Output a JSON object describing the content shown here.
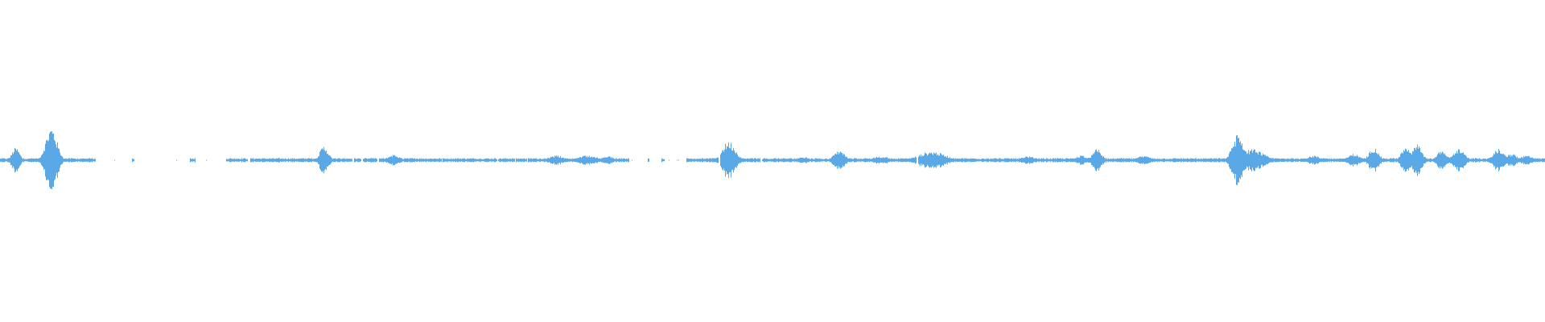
{
  "waveform": {
    "color": "#5aa9e6",
    "baseline_amplitude": 0.012,
    "silent_segments": [
      [
        0.0615,
        0.085
      ],
      [
        0.0865,
        0.1225
      ],
      [
        0.1265,
        0.146
      ],
      [
        0.407,
        0.419
      ],
      [
        0.42,
        0.428
      ],
      [
        0.43,
        0.444
      ]
    ],
    "gap_segments": [
      [
        0.127,
        0.13
      ],
      [
        0.16,
        0.1615
      ],
      [
        0.228,
        0.229
      ],
      [
        0.2335,
        0.2345
      ],
      [
        0.244,
        0.245
      ],
      [
        0.2855,
        0.2862
      ],
      [
        0.3215,
        0.3222
      ],
      [
        0.333,
        0.3335
      ],
      [
        0.341,
        0.3416
      ],
      [
        0.465,
        0.466
      ],
      [
        0.492,
        0.4932
      ],
      [
        0.593,
        0.594
      ]
    ],
    "bursts": [
      {
        "pos": 0.01,
        "amp": 0.08,
        "width": 0.004
      },
      {
        "pos": 0.033,
        "amp": 0.21,
        "width": 0.006
      },
      {
        "pos": 0.2095,
        "amp": 0.09,
        "width": 0.0045
      },
      {
        "pos": 0.2545,
        "amp": 0.035,
        "width": 0.006
      },
      {
        "pos": 0.36,
        "amp": 0.03,
        "width": 0.008
      },
      {
        "pos": 0.38,
        "amp": 0.03,
        "width": 0.01
      },
      {
        "pos": 0.393,
        "amp": 0.025,
        "width": 0.006
      },
      {
        "pos": 0.4715,
        "amp": 0.12,
        "width": 0.007
      },
      {
        "pos": 0.52,
        "amp": 0.02,
        "width": 0.006
      },
      {
        "pos": 0.543,
        "amp": 0.06,
        "width": 0.006
      },
      {
        "pos": 0.57,
        "amp": 0.025,
        "width": 0.008
      },
      {
        "pos": 0.603,
        "amp": 0.055,
        "width": 0.014
      },
      {
        "pos": 0.665,
        "amp": 0.025,
        "width": 0.008
      },
      {
        "pos": 0.7,
        "amp": 0.03,
        "width": 0.006
      },
      {
        "pos": 0.71,
        "amp": 0.07,
        "width": 0.005
      },
      {
        "pos": 0.74,
        "amp": 0.025,
        "width": 0.008
      },
      {
        "pos": 0.801,
        "amp": 0.16,
        "width": 0.006
      },
      {
        "pos": 0.81,
        "amp": 0.07,
        "width": 0.012
      },
      {
        "pos": 0.85,
        "amp": 0.03,
        "width": 0.006
      },
      {
        "pos": 0.876,
        "amp": 0.04,
        "width": 0.006
      },
      {
        "pos": 0.889,
        "amp": 0.08,
        "width": 0.005
      },
      {
        "pos": 0.91,
        "amp": 0.09,
        "width": 0.005
      },
      {
        "pos": 0.917,
        "amp": 0.1,
        "width": 0.005
      },
      {
        "pos": 0.933,
        "amp": 0.06,
        "width": 0.005
      },
      {
        "pos": 0.944,
        "amp": 0.07,
        "width": 0.006
      },
      {
        "pos": 0.97,
        "amp": 0.07,
        "width": 0.006
      },
      {
        "pos": 0.978,
        "amp": 0.04,
        "width": 0.006
      },
      {
        "pos": 0.988,
        "amp": 0.03,
        "width": 0.006
      }
    ]
  }
}
